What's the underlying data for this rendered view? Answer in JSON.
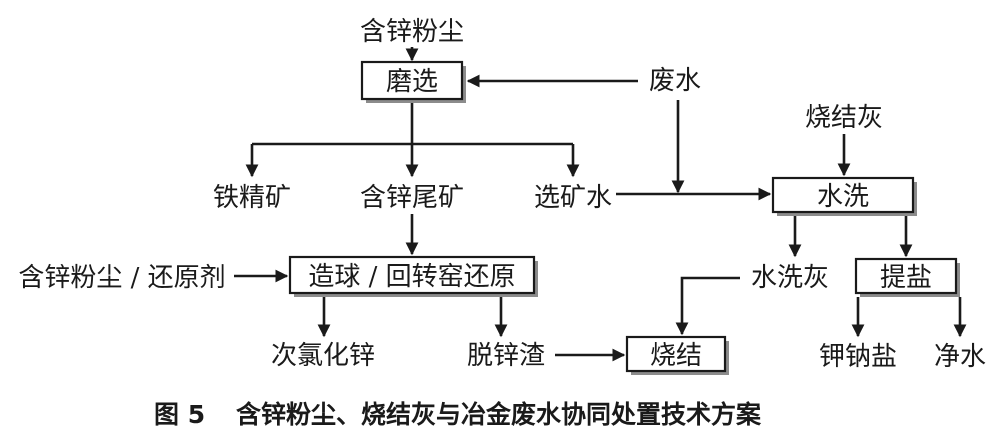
{
  "nodes": {
    "zinc_dust_top": "含锌粉尘",
    "grinding": "磨选",
    "waste_water": "废水",
    "sinter_ash": "烧结灰",
    "iron_concentrate": "铁精矿",
    "zinc_tailings": "含锌尾矿",
    "beneficiation_water": "选矿水",
    "water_washing": "水洗",
    "dust_reductant": "含锌粉尘 / 还原剂",
    "pelletizing": "造球 / 回转窑还原",
    "washed_ash": "水洗灰",
    "salt_extraction": "提盐",
    "secondary_zinc_oxide": "次氯化锌",
    "dezinc_slag": "脱锌渣",
    "sintering": "烧结",
    "kna_salt": "钾钠盐",
    "clean_water": "净水"
  },
  "caption": {
    "number": "图 5",
    "title": "含锌粉尘、烧结灰与冶金废水协同处置技术方案"
  }
}
